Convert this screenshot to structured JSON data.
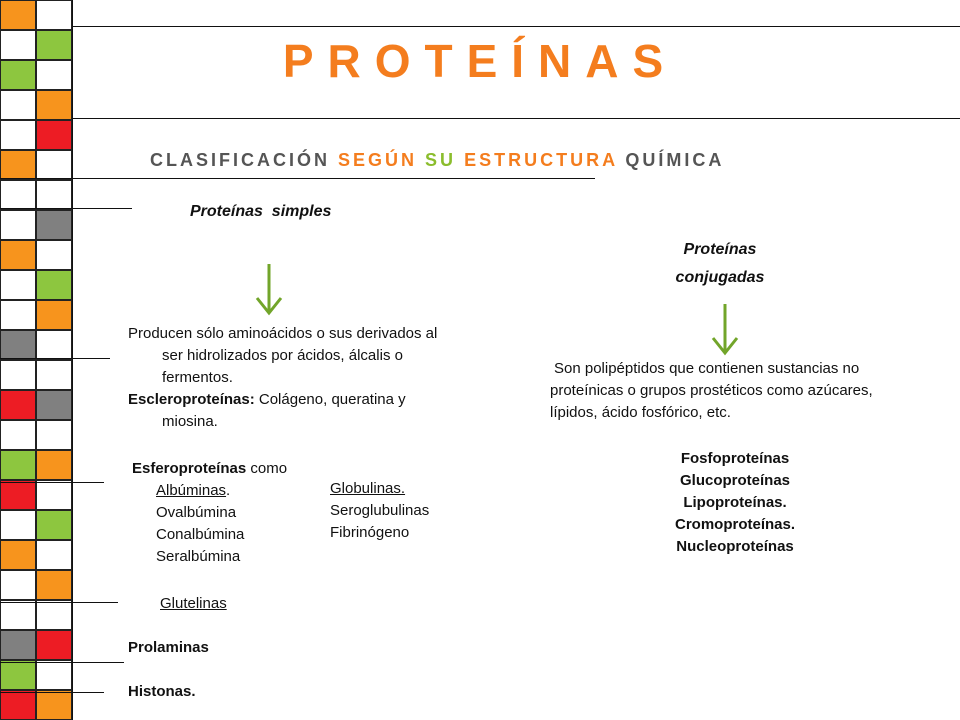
{
  "title": "PROTEÍNAS",
  "subtitle": {
    "part1": "CLASIFICACIÓN",
    "part2": "SEGÚN",
    "part3": "SU",
    "part4": "ESTRUCTURA",
    "part5": "QUÍMICA"
  },
  "colors": {
    "orange": "#f7941d",
    "green": "#8dc63f",
    "red": "#ed1c24",
    "gray": "#808080",
    "title": "#f47d1e",
    "arrow": "#72a52a"
  },
  "simples": {
    "heading": "Proteínas  simples",
    "description_line1": "Producen sólo aminoácidos o sus derivados al",
    "description_line2": "ser hidrolizados por ácidos, álcalis o",
    "description_line3": "fermentos.",
    "escleroproteinas_label": "Escleroproteínas:",
    "escleroproteinas_text1": " Colágeno, queratina y",
    "escleroproteinas_text2": "miosina.",
    "esferoproteinas_label": "Esferoproteínas",
    "esferoproteinas_suffix": " como",
    "albuminas": "Albúminas",
    "albuminas_suffix": ".",
    "albumin_list": [
      "Ovalbúmina",
      "Conalbúmina",
      "Seralbúmina"
    ],
    "globulinas": "Globulinas.",
    "globulin_list": [
      "Seroglubulinas",
      "Fibrinógeno"
    ],
    "glutelinas": "Glutelinas",
    "prolaminas": "Prolaminas",
    "histonas": "Histonas."
  },
  "conjugadas": {
    "heading_line1": "Proteínas",
    "heading_line2": "conjugadas",
    "description_line1": "Son polipéptidos que contienen sustancias no",
    "description_line2": "proteínicas o grupos prostéticos como azúcares,",
    "description_line3": "lípidos, ácido fosfórico, etc.",
    "types": [
      "Fosfoproteínas",
      "Glucoproteínas",
      "Lipoproteínas.",
      "Cromoproteínas.",
      "Nucleoproteínas"
    ]
  }
}
